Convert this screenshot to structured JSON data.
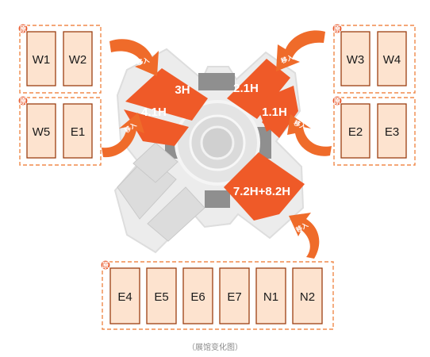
{
  "original_badge": "原",
  "moved_label": "移入",
  "groups": [
    {
      "id": "top-left",
      "cells": [
        "W1",
        "W2"
      ]
    },
    {
      "id": "mid-left",
      "cells": [
        "W5",
        "E1"
      ]
    },
    {
      "id": "top-right",
      "cells": [
        "W3",
        "W4"
      ]
    },
    {
      "id": "mid-right",
      "cells": [
        "E2",
        "E3"
      ]
    },
    {
      "id": "bottom",
      "cells": [
        "E4",
        "E5",
        "E6",
        "E7",
        "N1",
        "N2"
      ]
    }
  ],
  "halls": {
    "top_left_outer": "3H",
    "top_left_inner": "4.1H",
    "top_right_outer": "2.1H",
    "top_right_inner": "1.1H",
    "bottom_right": "7.2H+8.2H"
  },
  "caption": "（展馆变化图）",
  "colors": {
    "hall_orange": "#ef5a28",
    "cell_fill": "#fde3cf",
    "dash_border": "#f08a4b",
    "venue_grey": "#dcdcdc"
  }
}
